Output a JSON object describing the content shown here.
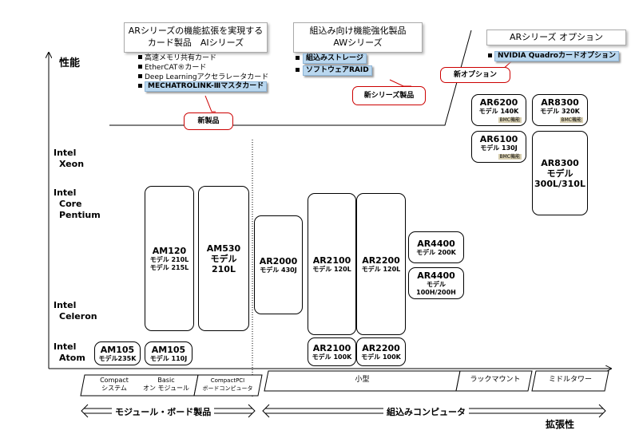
{
  "headers": {
    "ai_series": {
      "line1": "ARシリーズの機能拡張を実現する",
      "line2": "カード製品　AIシリーズ"
    },
    "aw_series": {
      "line1": "組込み向け機能強化製品",
      "line2": "AWシリーズ"
    },
    "ar_option": {
      "line1": "ARシリーズ オプション"
    }
  },
  "ai_items": [
    "高速メモリ共有カード",
    "EtherCAT®カード",
    "Deep Learningアクセラレータカード",
    "MECHATROLINK-Ⅲマスタカード"
  ],
  "aw_items": [
    "組込みストレージ",
    "ソフトウェアRAID"
  ],
  "option_items": [
    "NVIDIA Quadroカードオプション"
  ],
  "callouts": {
    "new_product": "新製品",
    "new_series": "新シリーズ製品",
    "new_option": "新オプション"
  },
  "axis": {
    "y_label": "性能",
    "x_label": "拡張性"
  },
  "perf_levels": {
    "xeon": [
      "Intel",
      "Xeon"
    ],
    "core": [
      "Intel",
      "Core",
      "Pentium"
    ],
    "celeron": [
      "Intel",
      "Celeron"
    ],
    "atom": [
      "Intel",
      "Atom"
    ]
  },
  "products": {
    "am105_235k": {
      "name": "AM105",
      "model": "モデル235K"
    },
    "am105_110j": {
      "name": "AM105",
      "model": "モデル 110J"
    },
    "am120": {
      "name": "AM120",
      "m1": "モデル 210L",
      "m2": "モデル 215L"
    },
    "am530": {
      "name": "AM530",
      "m1": "モデル",
      "m2": "210L"
    },
    "ar2000": {
      "name": "AR2000",
      "model": "モデル 430J"
    },
    "ar2100_120l": {
      "name": "AR2100",
      "model": "モデル 120L"
    },
    "ar2200_120l": {
      "name": "AR2200",
      "model": "モデル 120L"
    },
    "ar2100_100k": {
      "name": "AR2100",
      "model": "モデル 100K"
    },
    "ar2200_100k": {
      "name": "AR2200",
      "model": "モデル 100K"
    },
    "ar4400_200k": {
      "name": "AR4400",
      "model": "モデル 200K"
    },
    "ar4400_100h": {
      "name": "AR4400",
      "m1": "モデル",
      "m2": "100H/200H"
    },
    "ar6200": {
      "name": "AR6200",
      "model": "モデル 140K",
      "badge": "BMC機能"
    },
    "ar6100": {
      "name": "AR6100",
      "model": "モデル 130J",
      "badge": "BMC機能"
    },
    "ar8300_320k": {
      "name": "AR8300",
      "model": "モデル 320K",
      "badge": "BMC機能"
    },
    "ar8300_300l": {
      "name": "AR8300",
      "m1": "モデル",
      "m2": "300L/310L"
    }
  },
  "categories": {
    "compact_system": "Compact\nシステム",
    "basic_module": "Basic\nオン モジュール",
    "compactpci": "CompactPCI\nボードコンピュータ",
    "small": "小型",
    "rackmount": "ラックマウント",
    "midtower": "ミドルタワー"
  },
  "groups": {
    "module_board": "モジュール・ボード製品",
    "embedded": "組込みコンピュータ"
  }
}
